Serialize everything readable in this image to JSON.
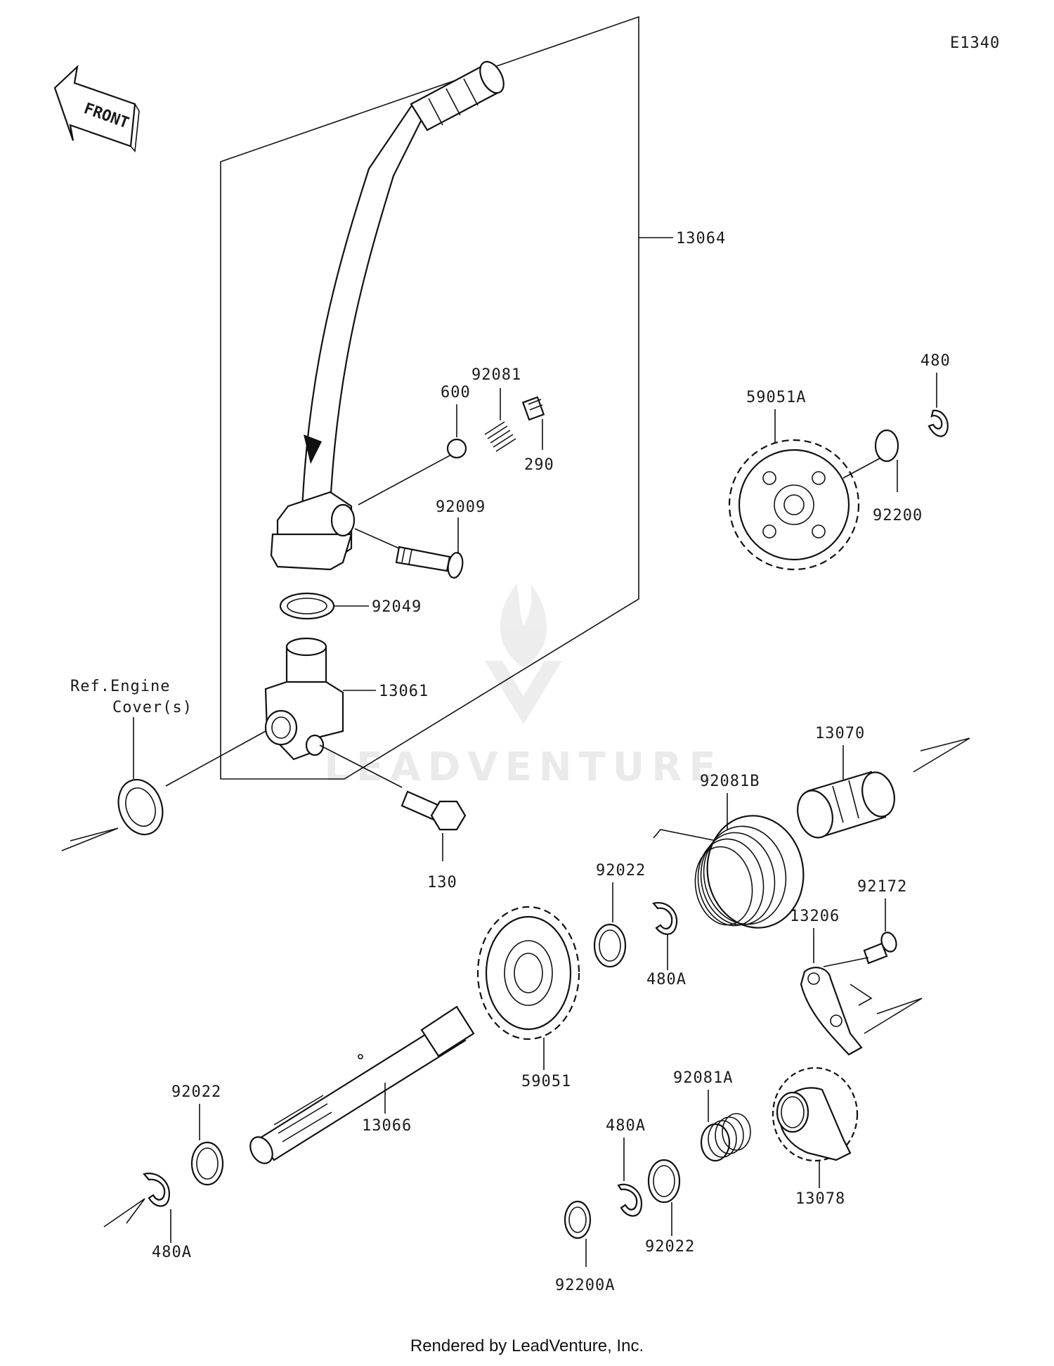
{
  "diagram_code": "E1340",
  "front_label": "FRONT",
  "ref_note": {
    "line1": "Ref.Engine",
    "line2": "Cover(s)"
  },
  "watermark": "LEADVENTURE",
  "footer": "Rendered by LeadVenture, Inc.",
  "parts": {
    "p13064": "13064",
    "p92081": "92081",
    "p600": "600",
    "p290": "290",
    "p92009": "92009",
    "p92049": "92049",
    "p13061": "13061",
    "p130": "130",
    "p59051A": "59051A",
    "p480": "480",
    "p92200": "92200",
    "p13070": "13070",
    "p92081B": "92081B",
    "p92022a": "92022",
    "p480Aa": "480A",
    "p92172": "92172",
    "p13206": "13206",
    "p59051": "59051",
    "p13066": "13066",
    "p92022b": "92022",
    "p480Ab": "480A",
    "p92081A": "92081A",
    "p480Ac": "480A",
    "p92022c": "92022",
    "p92200A": "92200A",
    "p13078": "13078"
  }
}
